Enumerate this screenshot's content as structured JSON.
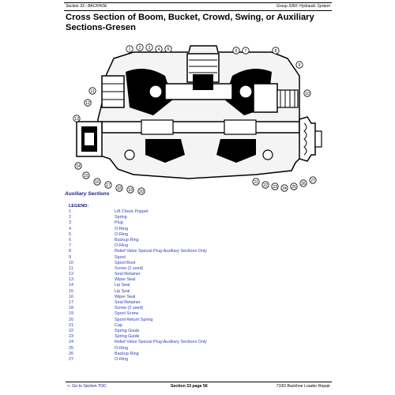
{
  "header": {
    "section_left": "Section 33 - BACKHOE",
    "group_right": "Group 3360: Hydraulic System"
  },
  "title": "Cross Section of Boom, Bucket, Crowd, Swing, or Auxiliary Sections-Gresen",
  "diagram_callouts": [
    "1",
    "2",
    "3",
    "4",
    "5",
    "6",
    "7",
    "8",
    "9",
    "10",
    "11",
    "12",
    "13",
    "14",
    "15",
    "16",
    "17",
    "18",
    "19",
    "20",
    "21",
    "22",
    "23",
    "24",
    "25",
    "26",
    "27"
  ],
  "auxiliary_heading": "Auxiliary Sections",
  "legend_heading": "LEGEND:",
  "legend": [
    {
      "num": "1",
      "text": "Lift Check Poppet"
    },
    {
      "num": "2",
      "text": "Spring"
    },
    {
      "num": "3",
      "text": "Plug"
    },
    {
      "num": "4",
      "text": "O-Ring"
    },
    {
      "num": "5",
      "text": "O-Ring"
    },
    {
      "num": "6",
      "text": "Backup Ring"
    },
    {
      "num": "7",
      "text": "O-Ring"
    },
    {
      "num": "8",
      "text": "Relief Valve Special Plug-Auxiliary Sections Only"
    },
    {
      "num": "9",
      "text": "Spool"
    },
    {
      "num": "10",
      "text": "Spool Boot"
    },
    {
      "num": "11",
      "text": "Screw (2 used)"
    },
    {
      "num": "12",
      "text": "Seal Retainer"
    },
    {
      "num": "13",
      "text": "Wiper Seal"
    },
    {
      "num": "14",
      "text": "Lip Seal"
    },
    {
      "num": "15",
      "text": "Lip Seal"
    },
    {
      "num": "16",
      "text": "Wiper Seal"
    },
    {
      "num": "17",
      "text": "Seal Retainer"
    },
    {
      "num": "18",
      "text": "Screw (2 used)"
    },
    {
      "num": "19",
      "text": "Spool Screw"
    },
    {
      "num": "20",
      "text": "Spool Return Spring"
    },
    {
      "num": "21",
      "text": "Cap"
    },
    {
      "num": "22",
      "text": "Spring Guide"
    },
    {
      "num": "23",
      "text": "Spring Guide"
    },
    {
      "num": "24",
      "text": "Relief Valve Special Plug-Auxiliary Sections Only"
    },
    {
      "num": "25",
      "text": "O-Ring"
    },
    {
      "num": "26",
      "text": "Backup Ring"
    },
    {
      "num": "27",
      "text": "O-Ring"
    }
  ],
  "footer": {
    "left_link": "<- Go to Section TOC",
    "center": "Section 33 page 56",
    "right": "710D Backhoe Loader Repair"
  }
}
